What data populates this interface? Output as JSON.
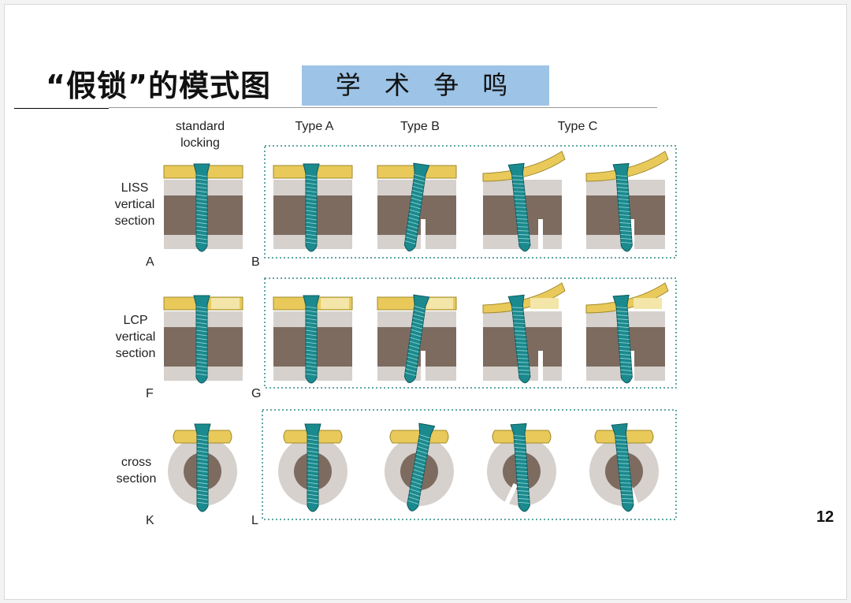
{
  "slide": {
    "title": "“假锁”的模式图",
    "tag": "学 术 争 鸣",
    "page_number": "12"
  },
  "figure": {
    "column_headers": {
      "standard": "standard\nlocking",
      "type_a": "Type A",
      "type_b": "Type B",
      "type_c": "Type C"
    },
    "row_labels": {
      "liss": "LISS\nvertical\nsection",
      "lcp": "LCP\nvertical\nsection",
      "cross": "cross\nsection"
    },
    "panel_letters": [
      "A",
      "B",
      "F",
      "G",
      "K",
      "L"
    ],
    "colors": {
      "plate": "#e8c95a",
      "screw": "#1a8a8e",
      "cortex": "#d6d1cd",
      "medulla": "#7d6b60",
      "border": "#2e8a83"
    }
  }
}
